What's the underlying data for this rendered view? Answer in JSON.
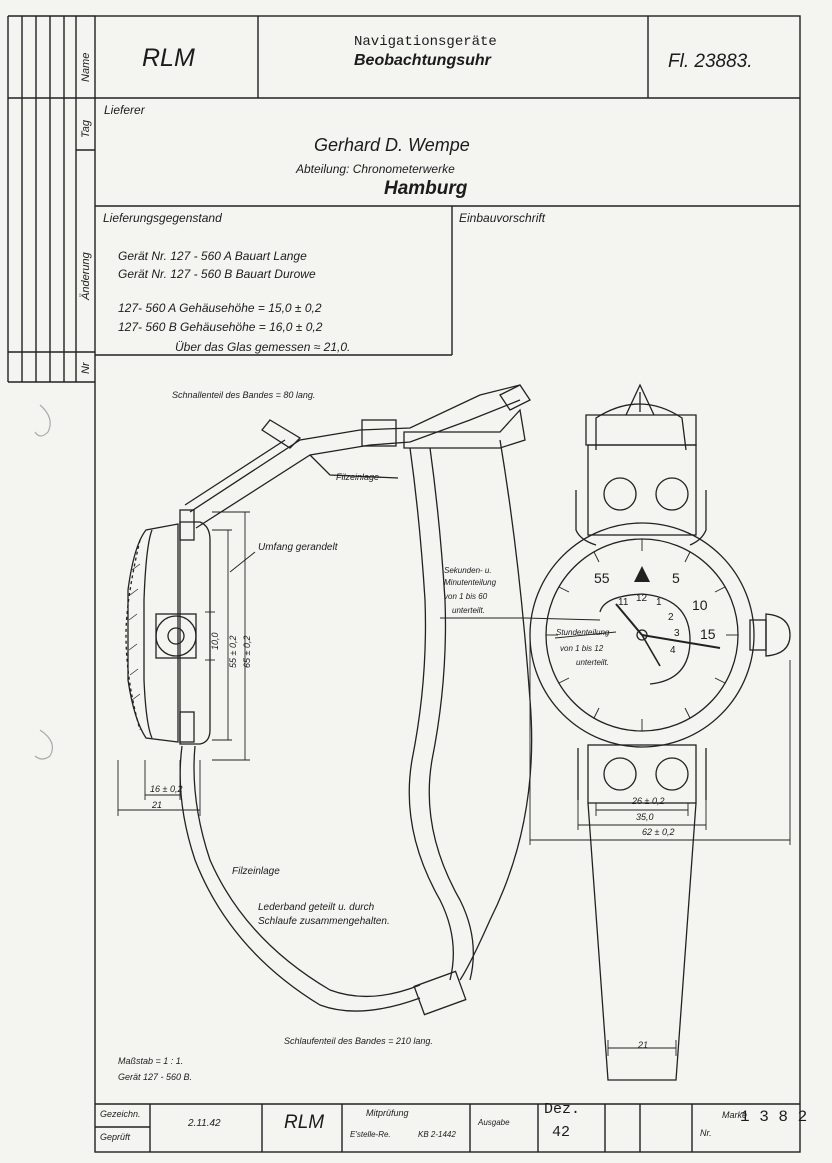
{
  "title_block": {
    "org": "RLM",
    "category": "Navigationsgeräte",
    "item": "Beobachtungsuhr",
    "ref": "Fl. 23883."
  },
  "margin_labels": {
    "name": "Name",
    "tag": "Tag",
    "aenderung": "Änderung",
    "nr": "Nr"
  },
  "supplier": {
    "label": "Lieferer",
    "name": "Gerhard D. Wempe",
    "department": "Abteilung: Chronometerwerke",
    "city": "Hamburg"
  },
  "delivery": {
    "label": "Lieferungsgegenstand",
    "lines": [
      "Gerät Nr.  127 - 560 A   Bauart  Lange",
      "Gerät Nr.  127 - 560 B   Bauart  Durowe",
      "127- 560  A   Gehäusehöhe  =   15,0 ± 0,2",
      "127- 560  B   Gehäusehöhe  =   16,0 ± 0,2",
      "Über das Glas gemessen  ≈  21,0."
    ]
  },
  "installation": {
    "label": "Einbauvorschrift"
  },
  "annotations": {
    "buckle": "Schnallenteil des Bandes = 80 lang.",
    "felt_top": "Filzeinlage",
    "rim": "Umfang gerandelt",
    "dim_10": "10,0",
    "dim_55": "55 ± 0,2",
    "dim_65": "65 ± 0,2",
    "dim_16": "16 ± 0,2",
    "dim_21": "21",
    "felt_bottom": "Filzeinlage",
    "leather_1": "Lederband geteilt u. durch",
    "leather_2": "Schlaufe zusammengehalten.",
    "loop": "Schlaufenteil des Bandes = 210 lang.",
    "seconds_1": "Sekunden- u.",
    "seconds_2": "Minutenteilung",
    "seconds_3": "von 1 bis 60",
    "seconds_4": "unterteilt.",
    "hours_1": "Stundenteilung",
    "hours_2": "von 1 bis 12",
    "hours_3": "unterteilt.",
    "dim_26": "26 ± 0,2",
    "dim_35": "35,0",
    "dim_62": "62 ± 0,2",
    "dim_strap": "21",
    "scale": "Maßstab = 1 : 1.",
    "device": "Gerät  127 - 560 B."
  },
  "dial": {
    "minutes": [
      "55",
      "5",
      "10",
      "15"
    ],
    "hours": [
      "11",
      "12",
      "1",
      "2",
      "3",
      "4"
    ]
  },
  "footer": {
    "drawn_label": "Gezeichn.",
    "checked_label": "Geprüft",
    "date": "2.11.42",
    "org": "RLM",
    "copruefung": "Mitprüfung",
    "erstelle": "E'stelle-Re.",
    "kb": "KB 2-1442",
    "ausgabe_label": "Ausgabe",
    "month": "Dez.",
    "year": "42",
    "marke_label": "Marke",
    "nr_label": "Nr.",
    "marke_value": "1 3 8 2"
  }
}
